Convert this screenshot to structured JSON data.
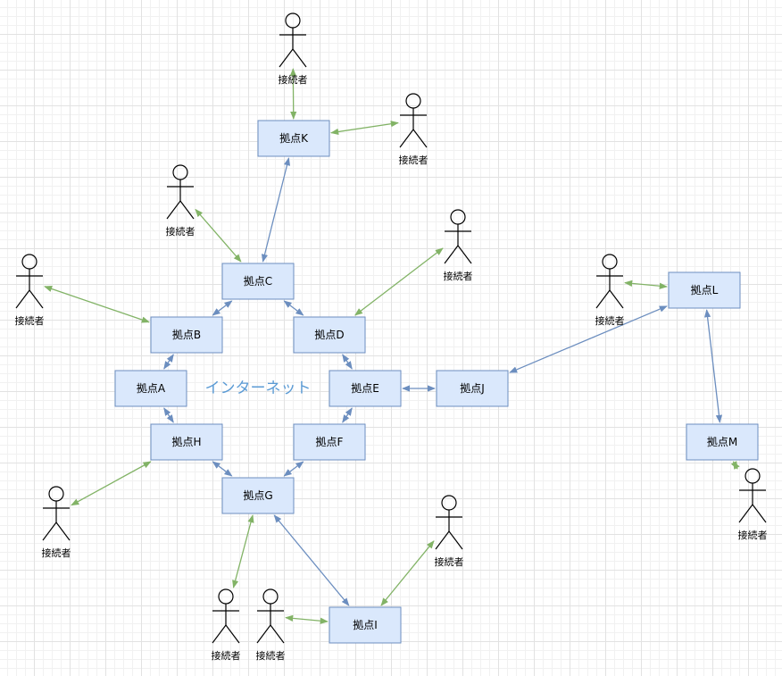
{
  "colors": {
    "node_fill": "#dae8fc",
    "node_stroke": "#6c8ebf",
    "link_blue": "#6c8ebf",
    "link_green": "#82b366",
    "center_text": "#5b9bd5"
  },
  "center_label": "インターネット",
  "nodes": [
    {
      "id": "K",
      "label": "拠点K"
    },
    {
      "id": "C",
      "label": "拠点C"
    },
    {
      "id": "B",
      "label": "拠点B"
    },
    {
      "id": "D",
      "label": "拠点D"
    },
    {
      "id": "A",
      "label": "拠点A"
    },
    {
      "id": "E",
      "label": "拠点E"
    },
    {
      "id": "J",
      "label": "拠点J"
    },
    {
      "id": "H",
      "label": "拠点H"
    },
    {
      "id": "F",
      "label": "拠点F"
    },
    {
      "id": "G",
      "label": "拠点G"
    },
    {
      "id": "I",
      "label": "拠点I"
    },
    {
      "id": "L",
      "label": "拠点L"
    },
    {
      "id": "M",
      "label": "拠点M"
    }
  ],
  "actors": [
    {
      "id": "u1",
      "label": "接続者"
    },
    {
      "id": "u2",
      "label": "接続者"
    },
    {
      "id": "u3",
      "label": "接続者"
    },
    {
      "id": "u4",
      "label": "接続者"
    },
    {
      "id": "u5",
      "label": "接続者"
    },
    {
      "id": "u6",
      "label": "接続者"
    },
    {
      "id": "u7",
      "label": "接続者"
    },
    {
      "id": "u8",
      "label": "接続者"
    },
    {
      "id": "u9",
      "label": "接続者"
    },
    {
      "id": "u10",
      "label": "接続者"
    },
    {
      "id": "u11",
      "label": "接続者"
    }
  ],
  "links": [
    {
      "from": "K",
      "to": "C",
      "type": "blue"
    },
    {
      "from": "C",
      "to": "B",
      "type": "blue"
    },
    {
      "from": "C",
      "to": "D",
      "type": "blue"
    },
    {
      "from": "B",
      "to": "A",
      "type": "blue"
    },
    {
      "from": "D",
      "to": "E",
      "type": "blue"
    },
    {
      "from": "A",
      "to": "H",
      "type": "blue"
    },
    {
      "from": "E",
      "to": "F",
      "type": "blue"
    },
    {
      "from": "E",
      "to": "J",
      "type": "blue"
    },
    {
      "from": "H",
      "to": "G",
      "type": "blue"
    },
    {
      "from": "F",
      "to": "G",
      "type": "blue"
    },
    {
      "from": "G",
      "to": "I",
      "type": "blue"
    },
    {
      "from": "J",
      "to": "L",
      "type": "blue"
    },
    {
      "from": "L",
      "to": "M",
      "type": "blue"
    },
    {
      "from": "u1",
      "to": "K",
      "type": "green"
    },
    {
      "from": "u2",
      "to": "K",
      "type": "green"
    },
    {
      "from": "u3",
      "to": "C",
      "type": "green"
    },
    {
      "from": "u4",
      "to": "D",
      "type": "green"
    },
    {
      "from": "u5",
      "to": "B",
      "type": "green"
    },
    {
      "from": "u6",
      "to": "L",
      "type": "green"
    },
    {
      "from": "u7",
      "to": "H",
      "type": "green"
    },
    {
      "from": "u8",
      "to": "I",
      "type": "green"
    },
    {
      "from": "u9",
      "to": "G",
      "type": "green"
    },
    {
      "from": "u10",
      "to": "I",
      "type": "green"
    },
    {
      "from": "u11",
      "to": "M",
      "type": "green"
    }
  ]
}
